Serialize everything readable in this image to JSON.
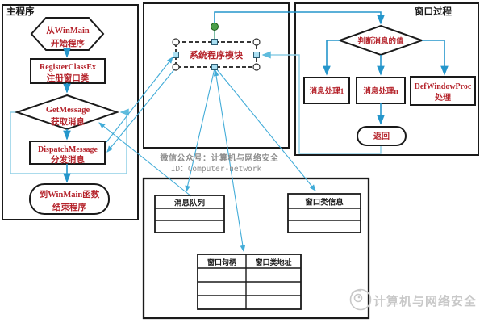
{
  "colors": {
    "shape_text": "#b5232b",
    "connector": "#2596cb",
    "loop_line": "#8fcfe6",
    "selection_handle_fill": "#aadff2",
    "rotation_handle": "#4a9e4a",
    "watermark_gray": "#8c8c8c",
    "watermark_light": "#c8c8c8"
  },
  "panels": {
    "main_program": {
      "label": "主程序"
    },
    "window_procedure": {
      "label": "窗口过程"
    }
  },
  "left": {
    "start": {
      "line1": "从WinMain",
      "line2": "开始程序"
    },
    "register": {
      "line1": "RegisterClassEx",
      "line2": "注册窗口类"
    },
    "getmessage": {
      "line1": "GetMessage",
      "line2": "获取消息"
    },
    "dispatch": {
      "line1": "DispatchMessage",
      "line2": "分发消息"
    },
    "end": {
      "line1": "到WinMain函数",
      "line2": "结束程序"
    }
  },
  "system_module": {
    "label": "系统程序模块",
    "selected": true
  },
  "right": {
    "decision": {
      "label": "判断消息的值"
    },
    "handler1": {
      "label": "消息处理1"
    },
    "handlerN": {
      "label": "消息处理n"
    },
    "defproc": {
      "line1": "DefWindowProc",
      "line2": "处理"
    },
    "return": {
      "label": "返回"
    }
  },
  "tables": {
    "message_queue": {
      "header": "消息队列",
      "empty_rows": 2
    },
    "window_class_info": {
      "header": "窗口类信息",
      "empty_rows": 2
    },
    "handle_table": {
      "col1": "窗口句柄",
      "col2": "窗口类地址",
      "empty_rows": 3
    }
  },
  "watermarks": {
    "center_line1": "微信公众号：计算机与网络安全",
    "center_line2": "ID：Computer-network",
    "bottom_right": "计算机与网络安全"
  }
}
